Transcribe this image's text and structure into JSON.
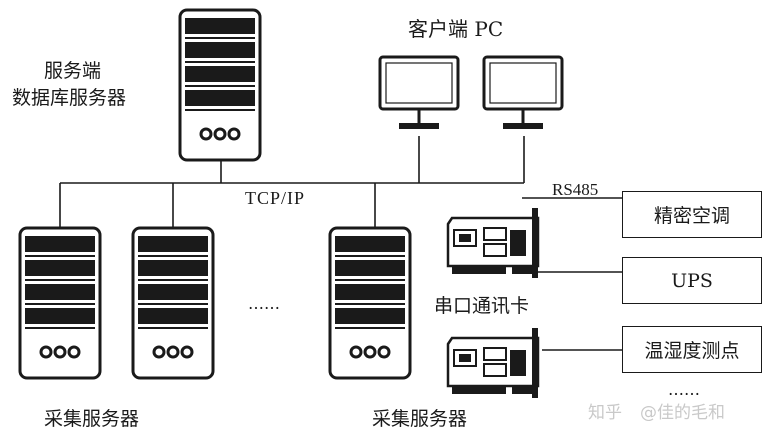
{
  "labels": {
    "server_title_line1": "服务端",
    "server_title_line2": "数据库服务器",
    "client_pc": "客户端 PC",
    "network_protocol": "TCP/IP",
    "rs485": "RS485",
    "serial_card": "串口通讯卡",
    "collector_left": "采集服务器",
    "collector_right": "采集服务器",
    "ellipsis_servers": "……",
    "ellipsis_devices": "……"
  },
  "devices": [
    {
      "label": "精密空调"
    },
    {
      "label": "UPS"
    },
    {
      "label": "温湿度测点"
    }
  ],
  "watermark": {
    "brand": "知乎",
    "author": "@佳的毛和"
  },
  "colors": {
    "line": "#1a1a1a",
    "background": "#ffffff",
    "watermark": "#c9c9c9"
  }
}
